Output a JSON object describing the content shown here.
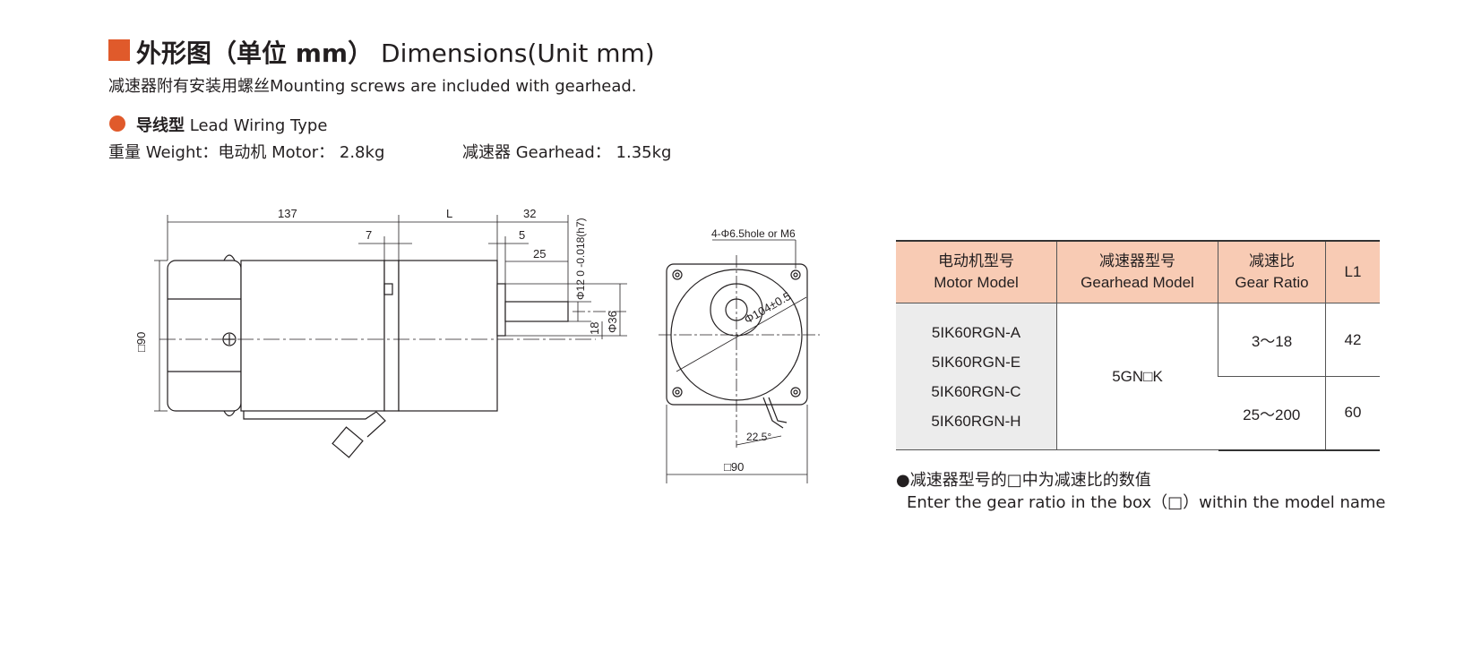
{
  "header": {
    "title_zh": "外形图（单位 mm）",
    "title_en": "Dimensions(Unit mm)",
    "note": "减速器附有安装用螺丝Mounting screws are included with gearhead."
  },
  "subsection": {
    "title_zh": "导线型",
    "title_en": "Lead Wiring Type",
    "weight_motor": "重量 Weight：电动机 Motor： 2.8kg",
    "weight_gearhead": "减速器 Gearhead： 1.35kg"
  },
  "side_drawing": {
    "dim_137": "137",
    "dim_L": "L",
    "dim_32": "32",
    "dim_7": "7",
    "dim_5": "5",
    "dim_25": "25",
    "dim_shaft": "Φ12 0 -0.018(h7)",
    "dim_36": "Φ36",
    "dim_18": "18",
    "dim_90": "□90"
  },
  "front_drawing": {
    "holes": "4-Φ6.5hole or M6",
    "pcd": "Φ104±0.5",
    "angle": "22.5°",
    "size": "□90"
  },
  "table": {
    "headers": [
      {
        "zh": "电动机型号",
        "en": "Motor Model"
      },
      {
        "zh": "减速器型号",
        "en": "Gearhead Model"
      },
      {
        "zh": "减速比",
        "en": "Gear Ratio"
      },
      {
        "zh": "L1",
        "en": ""
      }
    ],
    "motor_models": [
      "5IK60RGN-A",
      "5IK60RGN-E",
      "5IK60RGN-C",
      "5IK60RGN-H"
    ],
    "gearhead_model": "5GN□K",
    "ratios": [
      {
        "ratio": "3～18",
        "l1": "42"
      },
      {
        "ratio": "25～200",
        "l1": "60"
      }
    ]
  },
  "footnote": {
    "line1": "●减速器型号的□中为减速比的数值",
    "line2": "Enter the gear ratio in the box（□）within the model name"
  },
  "colors": {
    "accent": "#e05a2b",
    "table_header": "#f8cbb4",
    "table_gray": "#ececec"
  }
}
